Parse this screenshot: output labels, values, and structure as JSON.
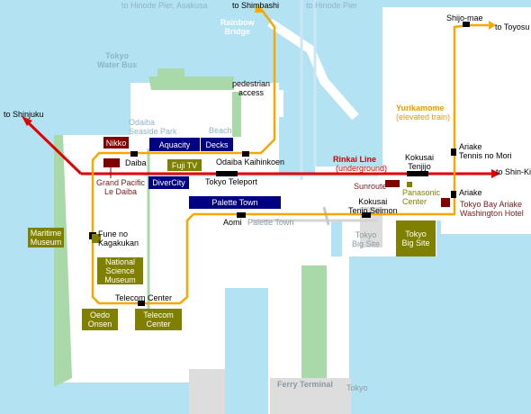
{
  "water_labels": {
    "hinode_asakusa": "to Hinode Pier, Asakusa",
    "hinode": "to Hinode Pier",
    "water_bus": "Tokyo\nWater Bus"
  },
  "bridge": {
    "name": "Rainbow\nBridge"
  },
  "directions": {
    "shimbashi": "to Shimbashi",
    "toyosu": "to Toyosu",
    "shinjuku": "to Shinjuku",
    "shin_kiba": "to Shin-Kiba"
  },
  "access": {
    "pedestrian": "pedestrian\naccess"
  },
  "lines": {
    "rinkai": {
      "name": "Rinkai Line",
      "sub": "(underground)",
      "color": "#e00000"
    },
    "yurikamome": {
      "name": "Yurikamome",
      "sub": "(elevated train)",
      "color": "#f5a800"
    }
  },
  "stations": {
    "shijo_mae": "Shijo-mae",
    "odaiba_kaihinkoen": "Odaiba Kaihinkoen",
    "daiba": "Daiba",
    "tokyo_teleport": "Tokyo Teleport",
    "kokusai_tenjijo": "Kokusai\nTenjijo",
    "ariake_tennis": "Ariake\nTennis no Mori",
    "ariake": "Ariake",
    "kokusai_tenjo_seimon": "Kokusai\nTenjo Seimon",
    "aomi": "Aomi",
    "fune_no_kagakukan": "Fune no\nKagakukan",
    "telecom_center": "Telecom Center"
  },
  "landmarks": {
    "odaiba_seaside_park": "Odaiba\nSeaside Park",
    "beach": "Beach",
    "nikko": "Nikko",
    "aquacity": "Aquacity",
    "decks": "Decks",
    "fuji_tv": "Fuji TV",
    "grand_pacific": "Grand Pacific\nLe Daiba",
    "diver_city": "DiverCity",
    "palette_town_box": "Palette Town",
    "palette_town": "Palette Town",
    "sunroute": "Sunroute",
    "panasonic_center": "Panasonic\nCenter",
    "tokyo_bay_ariake": "Tokyo Bay Ariake\nWashington Hotel",
    "tokyo_big_site_grey": "Tokyo\nBig Site",
    "tokyo_big_site": "Tokyo\nBig Site",
    "maritime_museum": "Maritime\nMuseum",
    "national_science_museum": "National\nScience\nMuseum",
    "oedo_onsen": "Oedo\nOnsen",
    "telecom_center_bldg": "Telecom\nCenter",
    "ferry_terminal": "Ferry Terminal",
    "tokyo": "Tokyo"
  },
  "colors": {
    "water": "#b3e2f2",
    "land": "#ffffff",
    "park": "#a9d8a9",
    "road_grey": "#c8c8c8",
    "navy": "#000080",
    "olive": "#808000",
    "maroon": "#800000"
  }
}
